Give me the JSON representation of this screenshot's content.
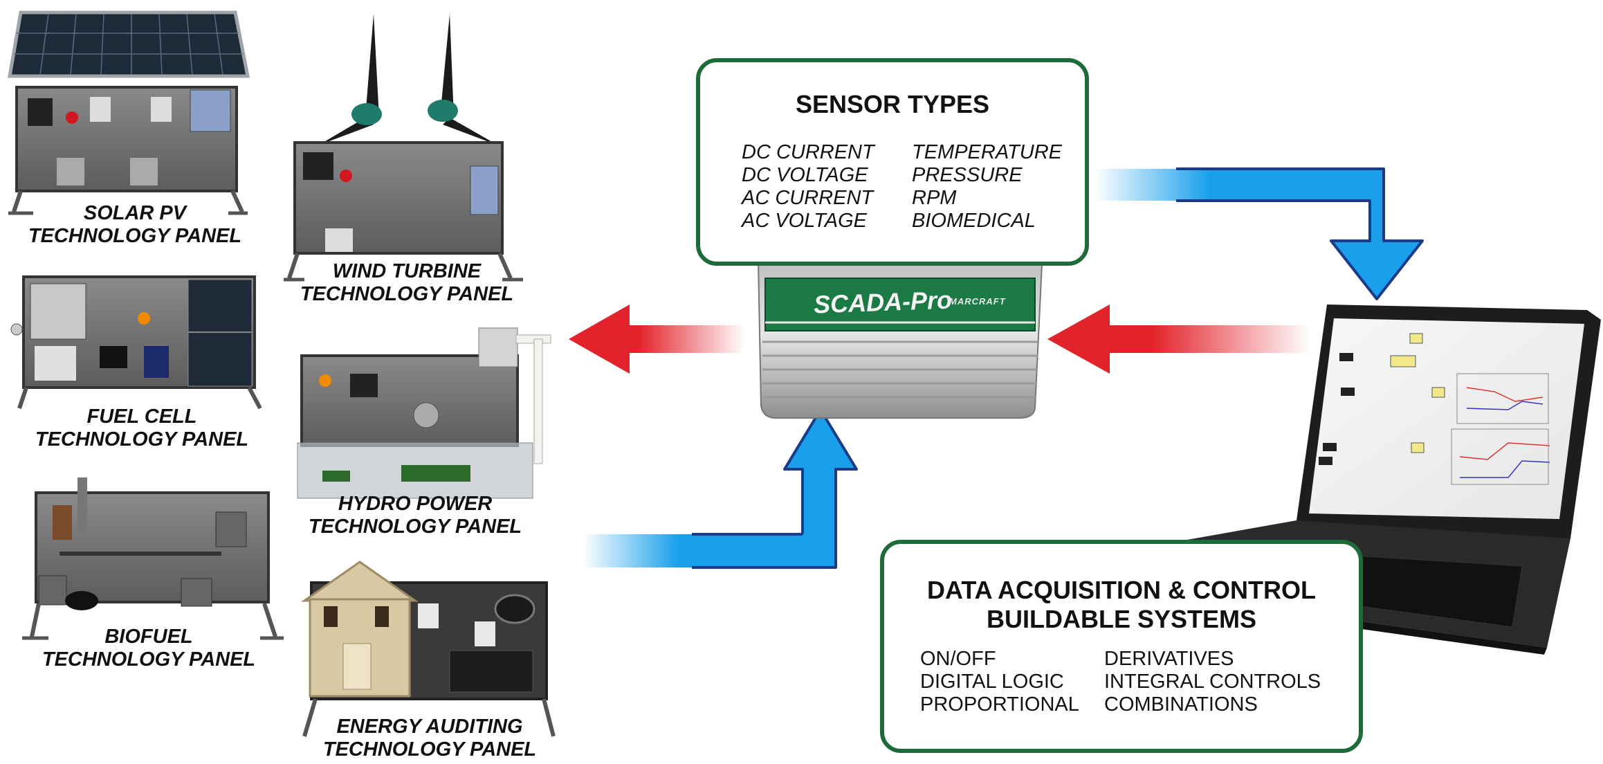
{
  "panels": {
    "solar_l1": "SOLAR PV",
    "solar_l2": "TECHNOLOGY PANEL",
    "wind_l1": "WIND TURBINE",
    "wind_l2": "TECHNOLOGY PANEL",
    "fuel_l1": "FUEL CELL",
    "fuel_l2": "TECHNOLOGY PANEL",
    "hydro_l1": "HYDRO POWER",
    "hydro_l2": "TECHNOLOGY PANEL",
    "bio_l1": "BIOFUEL",
    "bio_l2": "TECHNOLOGY PANEL",
    "energy_l1": "ENERGY AUDITING",
    "energy_l2": "TECHNOLOGY PANEL"
  },
  "sensor_box": {
    "title": "SENSOR TYPES",
    "col1": [
      "DC CURRENT",
      "DC VOLTAGE",
      "AC CURRENT",
      "AC VOLTAGE"
    ],
    "col2": [
      "TEMPERATURE",
      "PRESSURE",
      "RPM",
      "BIOMEDICAL"
    ]
  },
  "device": {
    "brand": "SCADA-Pro",
    "maker": "MARCRAFT"
  },
  "daq_box": {
    "title_l1": "DATA ACQUISITION & CONTROL",
    "title_l2": "BUILDABLE SYSTEMS",
    "col1": [
      "ON/OFF",
      "DIGITAL LOGIC",
      "PROPORTIONAL"
    ],
    "col2": [
      "DERIVATIVES",
      "INTEGRAL CONTROLS",
      "COMBINATIONS"
    ]
  },
  "colors": {
    "box_border": "#1e6b3a",
    "arrow_red": "#e3232b",
    "arrow_blue": "#1aa0ea",
    "device_green": "#1c7a45"
  }
}
